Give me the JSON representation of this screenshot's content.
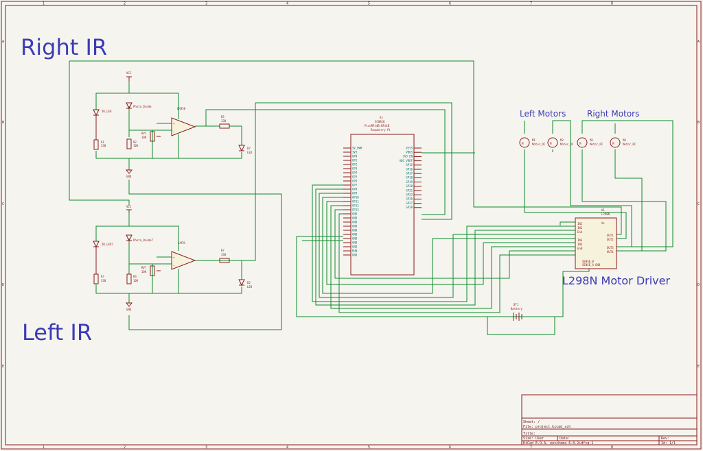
{
  "titles": {
    "right_ir": "Right IR",
    "left_ir": "Left IR",
    "left_motors": "Left Motors",
    "right_motors": "Right Motors",
    "motor_driver": "L298N Motor Driver"
  },
  "right_ir": {
    "vcc": "VCC",
    "gnd": "GND",
    "led_ref": "IR_LED",
    "r1_ref": "R1",
    "r1_val": "330",
    "photo_ref": "Photo_Diode",
    "r2_ref": "R2",
    "r2_val": "10K",
    "rv_ref": "RV1",
    "rv_val": "10K",
    "opamp_ref": "LM358",
    "r5_ref": "R5",
    "r5_val": "330",
    "led2_ref": "D7",
    "led2_val": "LED"
  },
  "left_ir": {
    "vcc": "VCC",
    "gnd": "GND",
    "led_ref": "IR_LED7",
    "r1_ref": "R?",
    "r1_val": "330",
    "photo_ref": "Photo_Diode7",
    "r2_ref": "R3",
    "r2_val": "10K",
    "rv_ref": "RV?",
    "rv_val": "10K",
    "opamp_ref": "LM78",
    "r5_ref": "R?",
    "r5_val": "330",
    "led2_ref": "D2",
    "led2_val": "LED"
  },
  "rpi": {
    "ref": "A1",
    "value": "SC0816",
    "footprint": "PicoRPi4B:RPi4B",
    "name": "Raspberry Pi",
    "left_pins": [
      "5V_PWR",
      "3V3",
      "GP0",
      "GP1",
      "GP2",
      "GP3",
      "GP4",
      "GP5",
      "GP6",
      "GP7",
      "GP8",
      "GP9",
      "GP10",
      "GP11",
      "GP12",
      "GP13",
      "GND",
      "GND",
      "GND",
      "GND",
      "GND",
      "GND",
      "GND",
      "GND",
      "GND",
      "RUN",
      "GND"
    ],
    "right_pins": [
      "VSYS",
      "VBUS",
      "3V3_EN",
      "ADC_VREF",
      "GP15",
      "GP16",
      "GP17",
      "GP18",
      "GP19",
      "GP20",
      "GP21",
      "GP22",
      "GP26",
      "GP27",
      "GP28"
    ]
  },
  "motors": [
    {
      "ref": "M1",
      "val": "Motor_DC"
    },
    {
      "ref": "M2",
      "val": "Motor_DC"
    },
    {
      "ref": "M3",
      "val": "Motor_DC"
    },
    {
      "ref": "M4",
      "val": "Motor_DC"
    }
  ],
  "driver": {
    "ref": "U1",
    "value": "L298N",
    "pins_left": [
      "IN1",
      "IN2",
      "EnA",
      "IN3",
      "IN4",
      "EnB"
    ],
    "pins_right": [
      "OUT1",
      "OUT2",
      "OUT3",
      "OUT4"
    ],
    "pins_bottom": [
      "SENSE_A",
      "SENSE_B",
      "GND"
    ],
    "pin_top": "Vs"
  },
  "battery": {
    "ref": "BT1",
    "val": "Battery"
  },
  "title_block": {
    "sheet": "Sheet: /",
    "file": "File: project.kicad_sch",
    "title": "Title:",
    "size_label": "Size: User",
    "date_label": "Date:",
    "rev_label": "Rev:",
    "kicad": "KiCad E.D.A.  eeschema 6.0.2+dfsg-1",
    "id": "Id: 1/1"
  },
  "ruler": {
    "cols": [
      "1",
      "2",
      "3",
      "4",
      "5",
      "6",
      "7",
      "8"
    ],
    "rows": [
      "A",
      "B",
      "C",
      "D",
      "E"
    ]
  }
}
